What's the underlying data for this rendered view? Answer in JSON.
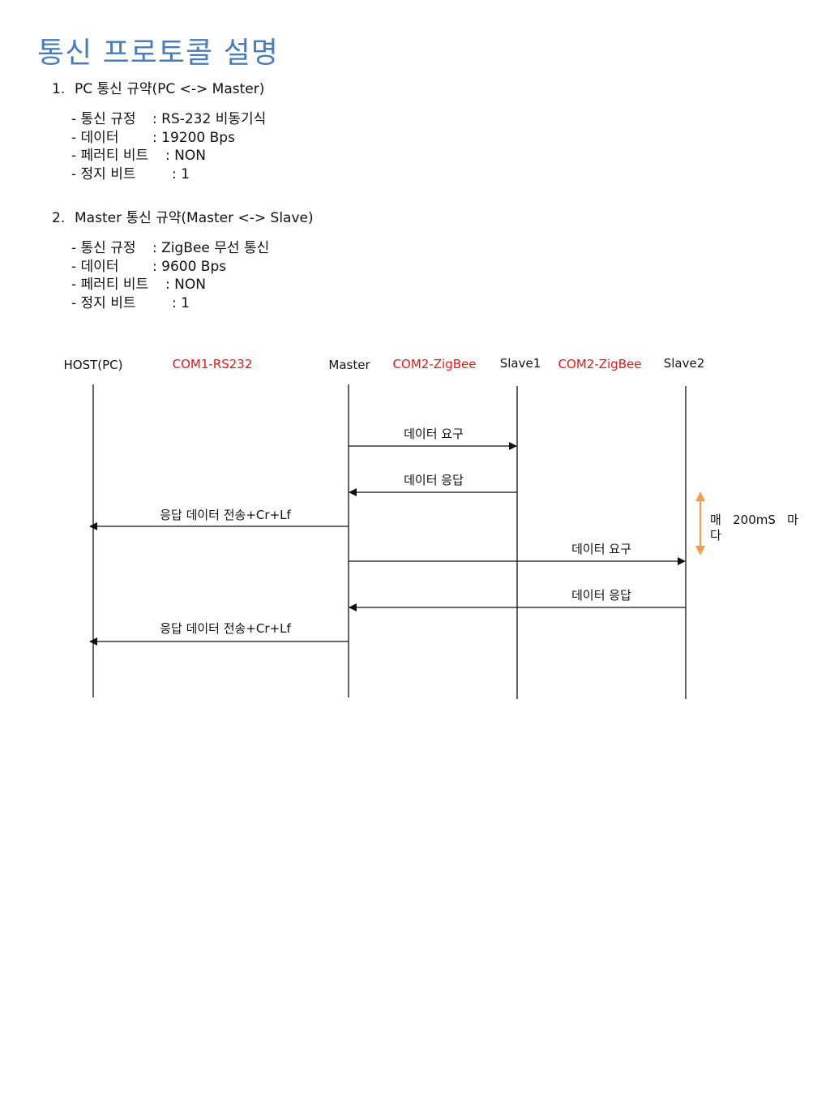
{
  "page": {
    "title": "통신 프로토콜 설명"
  },
  "sections": [
    {
      "number": "1.",
      "heading": "PC 통신 규약(PC <-> Master)",
      "specs": [
        {
          "key": "- 통신 규정",
          "value": ": RS-232 비동기식"
        },
        {
          "key": "- 데이터",
          "value": ": 19200 Bps"
        },
        {
          "key": "- 페러티 비트",
          "value": ": NON"
        },
        {
          "key": "- 정지 비트",
          "value": ": 1"
        }
      ]
    },
    {
      "number": "2.",
      "heading": "Master 통신 규약(Master <-> Slave)",
      "specs": [
        {
          "key": "- 통신 규정",
          "value": ": ZigBee 무선 통신"
        },
        {
          "key": "- 데이터",
          "value": ": 9600 Bps"
        },
        {
          "key": "- 페러티 비트",
          "value": ": NON"
        },
        {
          "key": "- 정지 비트",
          "value": ": 1"
        }
      ]
    }
  ],
  "diagram": {
    "lanes": [
      {
        "label": "HOST(PC)"
      },
      {
        "label": "Master"
      },
      {
        "label": "Slave1"
      },
      {
        "label": "Slave2"
      }
    ],
    "links": [
      {
        "label": "COM1-RS232",
        "color": "#e01b1b"
      },
      {
        "label": "COM2-ZigBee",
        "color": "#e01b1b"
      },
      {
        "label": "COM2-ZigBee",
        "color": "#e01b1b"
      }
    ],
    "messages": [
      {
        "label": "데이터 요구",
        "from": "Master",
        "to": "Slave1"
      },
      {
        "label": "데이터 응답",
        "from": "Slave1",
        "to": "Master"
      },
      {
        "label": "응답 데이터 전송+Cr+Lf",
        "from": "Master",
        "to": "HOST(PC)"
      },
      {
        "label": "데이터 요구",
        "from": "Master",
        "to": "Slave2"
      },
      {
        "label": "데이터 응답",
        "from": "Slave2",
        "to": "Master"
      },
      {
        "label": "응답 데이터 전송+Cr+Lf",
        "from": "Master",
        "to": "HOST(PC)"
      }
    ],
    "period_note": {
      "line1": "매   200mS   마",
      "line2": "다",
      "color": "#f0a050"
    }
  }
}
